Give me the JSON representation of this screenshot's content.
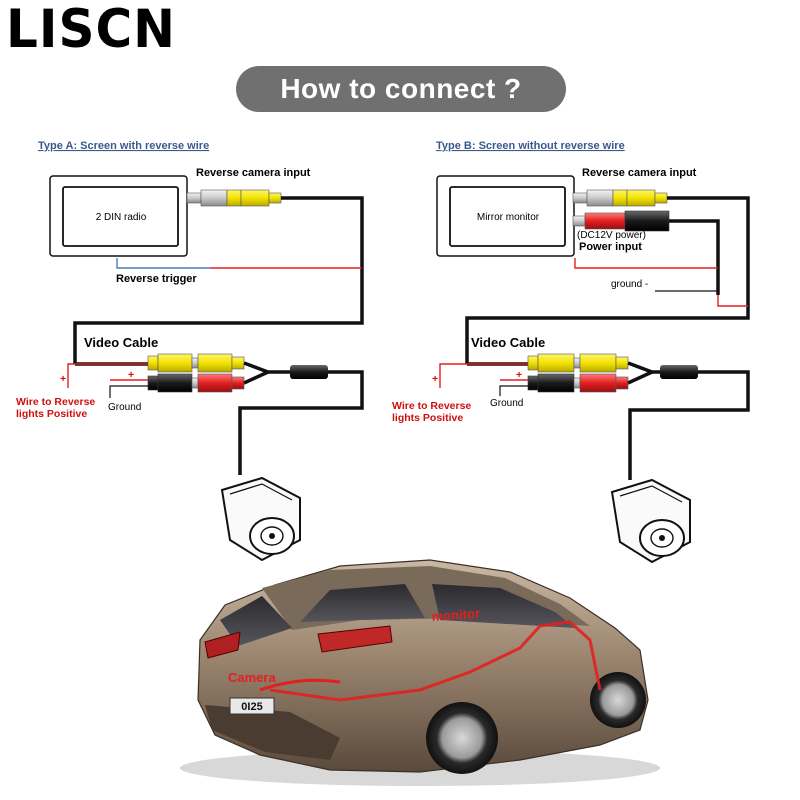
{
  "header": {
    "brand": "LISCN",
    "title": "How to connect ?"
  },
  "type_a": {
    "title": "Type A: Screen with reverse wire",
    "screen_label": "2 DIN radio",
    "camera_input_label": "Reverse camera input",
    "trigger_label": "Reverse trigger",
    "video_cable_label": "Video Cable",
    "reverse_wire_label_line1": "Wire to Reverse",
    "reverse_wire_label_line2": "lights Positive",
    "ground_label": "Ground"
  },
  "type_b": {
    "title": "Type B: Screen without reverse wire",
    "screen_label": "Mirror monitor",
    "camera_input_label": "Reverse camera input",
    "power_label_line1": "(DC12V power)",
    "power_label_line2": "Power input",
    "ground_dash_label": "ground -",
    "video_cable_label": "Video Cable",
    "reverse_wire_label_line1": "Wire to Reverse",
    "reverse_wire_label_line2": "lights Positive",
    "ground_label": "Ground"
  },
  "car": {
    "monitor_label": "monitor",
    "camera_label": "Camera",
    "plate_text": "0I25"
  },
  "colors": {
    "pill_bg": "#707070",
    "wire_red": "#e02020",
    "wire_blue": "#4a7ac4",
    "rca_yellow": "#f2e200",
    "rca_red": "#e02020",
    "title_blue": "#3a5a8c",
    "car_body": "#9c8670"
  },
  "icons": [
    "rca-plug-icon",
    "camera-icon",
    "car-illustration"
  ]
}
